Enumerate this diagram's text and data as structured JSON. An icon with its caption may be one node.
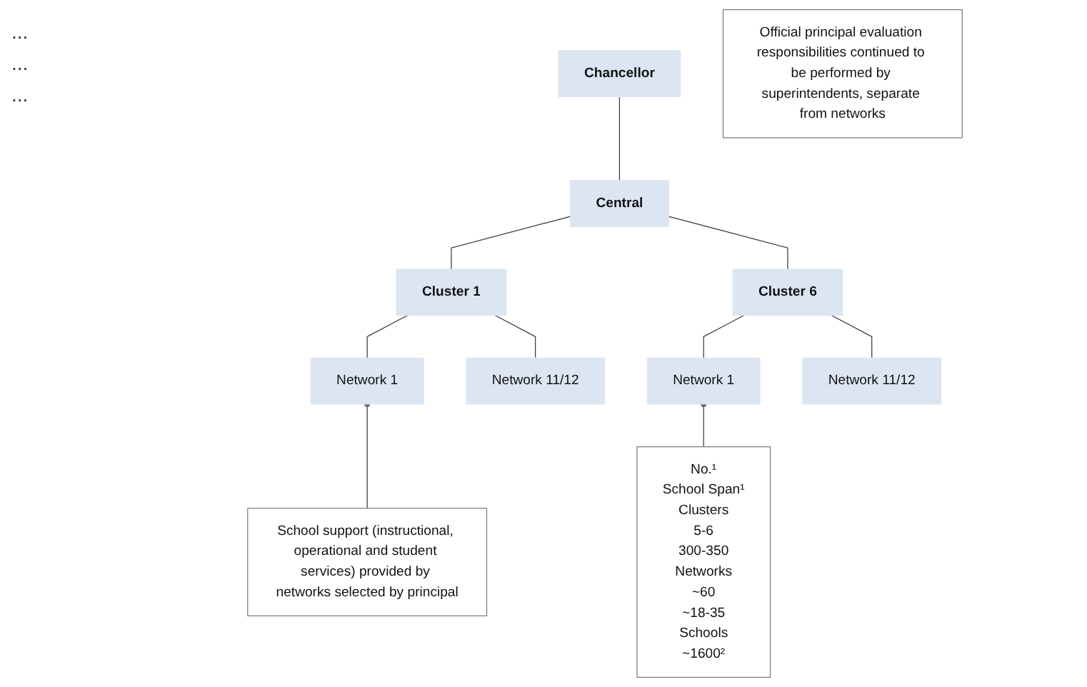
{
  "diagram": {
    "nodes": [
      {
        "text": [
          "Chancellor"
        ]
      },
      {
        "text": [
          "Central"
        ]
      },
      {
        "text": [
          "Cluster 1"
        ]
      },
      {
        "text": [
          "Cluster 6"
        ]
      },
      {
        "text": [
          "Network 1"
        ]
      },
      {
        "text": [
          "Network 11/12"
        ]
      },
      {
        "text": [
          "Network 1"
        ]
      },
      {
        "text": [
          "Network 11/12"
        ]
      },
      {
        "text": [
          "School support (instructional, operational and student services) provided by networks selected by principal"
        ]
      },
      {
        "text": [
          "No.¹",
          "School Span¹",
          "Clusters",
          "5-6",
          "300-350",
          "Networks",
          "~60",
          "~18-35",
          "Schools",
          "~1600²"
        ]
      },
      {
        "text": [
          "Official principal evaluation responsibilities continued to be performed by superintendents, separate from networks"
        ]
      }
    ],
    "edges": [
      {
        "from": 0,
        "to": 1,
        "arrow": "none"
      },
      {
        "from": 1,
        "to": 2,
        "arrow": "none"
      },
      {
        "from": 1,
        "to": 3,
        "arrow": "none"
      },
      {
        "from": 2,
        "to": 4,
        "arrow": "none"
      },
      {
        "from": 2,
        "to": 5,
        "arrow": "none"
      },
      {
        "from": 3,
        "to": 6,
        "arrow": "none"
      },
      {
        "from": 3,
        "to": 7,
        "arrow": "none"
      },
      {
        "from": 4,
        "to": 8,
        "arrow": "other"
      },
      {
        "from": 6,
        "to": 9,
        "arrow": "other"
      }
    ],
    "labels": [
      "...",
      "...",
      "..."
    ]
  }
}
